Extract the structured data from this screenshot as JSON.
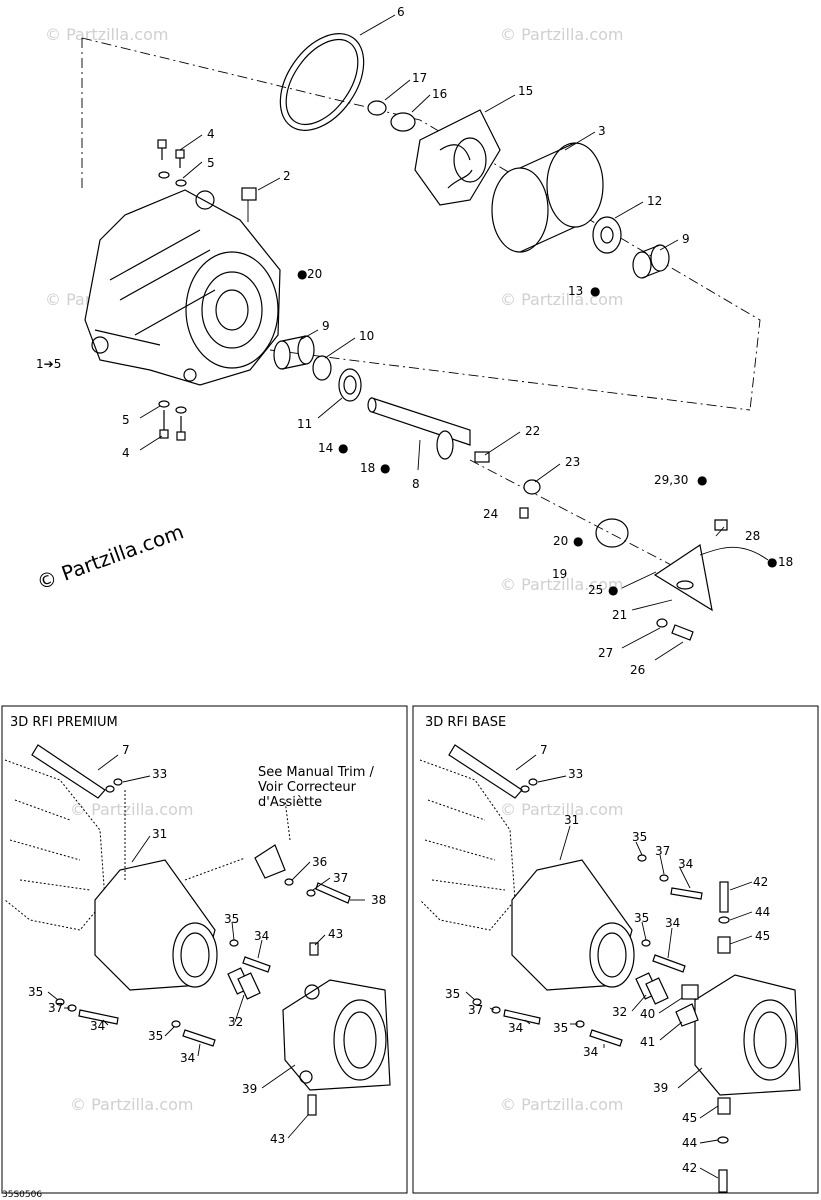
{
  "watermark": "© Partzilla.com",
  "copyright": "© Partzilla.com",
  "figure_code": "35S0506",
  "panels": {
    "premium_title": "3D RFI PREMIUM",
    "base_title": "3D RFI BASE",
    "manual_trim_note": "See Manual Trim / Voir Correcteur d'Assiètte"
  },
  "labels": {
    "l6": "6",
    "l17": "17",
    "l16": "16",
    "l15": "15",
    "l3": "3",
    "l12": "12",
    "l9a": "9",
    "l13": "13",
    "l4a": "4",
    "l5a": "5",
    "l2": "2",
    "l20a": "20",
    "l1": "1➔5",
    "l9b": "9",
    "l10": "10",
    "l11": "11",
    "l14": "14",
    "l18a": "18",
    "l8": "8",
    "l5b": "5",
    "l4b": "4",
    "l22": "22",
    "l23": "23",
    "l24": "24",
    "l2930": "29,30",
    "l28": "28",
    "l20b": "20",
    "l18b": "18",
    "l19": "19",
    "l25": "25",
    "l21": "21",
    "l27": "27",
    "l26": "26",
    "p7": "7",
    "p33": "33",
    "p31": "31",
    "p36": "36",
    "p37a": "37",
    "p38": "38",
    "p35a": "35",
    "p34a": "34",
    "p43a": "43",
    "p35b": "35",
    "p37b": "37",
    "p34b": "34",
    "p32": "32",
    "p35c": "35",
    "p34c": "34",
    "p39": "39",
    "p43b": "43",
    "b7": "7",
    "b33": "33",
    "b31": "31",
    "b35a": "35",
    "b37a": "37",
    "b34a": "34",
    "b42a": "42",
    "b44a": "44",
    "b45a": "45",
    "b35b": "35",
    "b34b": "34",
    "b35c": "35",
    "b37b": "37",
    "b34c": "34",
    "b32": "32",
    "b40": "40",
    "b35d": "35",
    "b34d": "34",
    "b41": "41",
    "b39": "39",
    "b45b": "45",
    "b44b": "44",
    "b42b": "42"
  }
}
